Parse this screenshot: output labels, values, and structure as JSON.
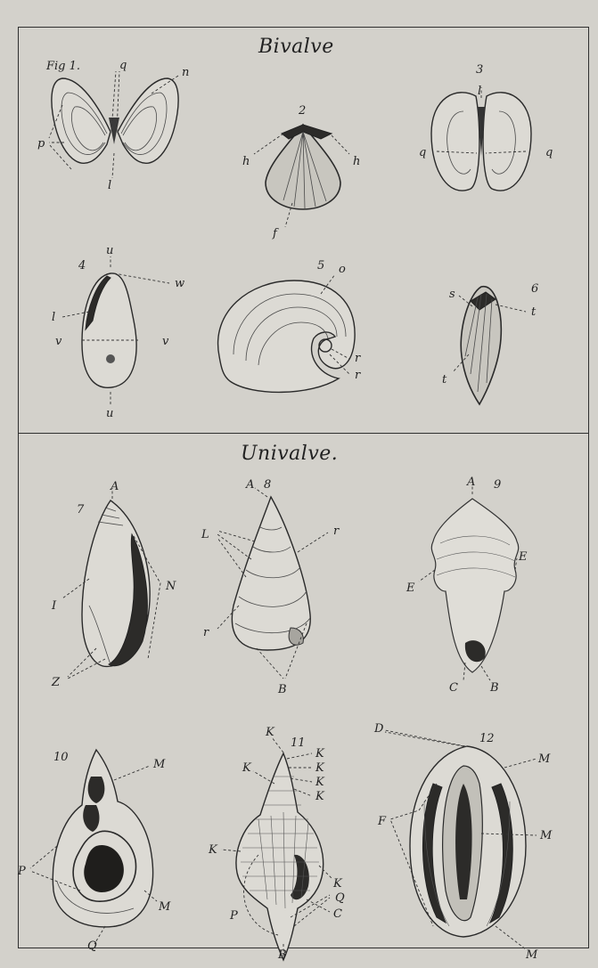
{
  "plate": {
    "sections": {
      "bivalve_title": "Bivalve",
      "univalve_title": "Univalve."
    },
    "fig_caption": "Fig 1.",
    "figure_numbers": [
      "2",
      "3",
      "4",
      "5",
      "6",
      "7",
      "8",
      "9",
      "10",
      "11",
      "12"
    ],
    "letters": {
      "fig1": [
        "q",
        "n",
        "p",
        "l"
      ],
      "fig2": [
        "h",
        "h",
        "f"
      ],
      "fig3": [
        "l",
        "q",
        "q"
      ],
      "fig4": [
        "u",
        "w",
        "l",
        "v",
        "v",
        "u"
      ],
      "fig5": [
        "o",
        "r",
        "r"
      ],
      "fig6": [
        "s",
        "t",
        "t"
      ],
      "fig7": [
        "A",
        "I",
        "N",
        "Z"
      ],
      "fig8": [
        "A",
        "L",
        "r",
        "r",
        "B"
      ],
      "fig9": [
        "A",
        "E",
        "E",
        "C",
        "B"
      ],
      "fig10": [
        "M",
        "P",
        "M",
        "Q"
      ],
      "fig11": [
        "K",
        "K",
        "K",
        "K",
        "K",
        "K",
        "K",
        "K",
        "C",
        "P",
        "Q",
        "B"
      ],
      "fig12": [
        "D",
        "M",
        "M",
        "F",
        "M"
      ]
    }
  }
}
